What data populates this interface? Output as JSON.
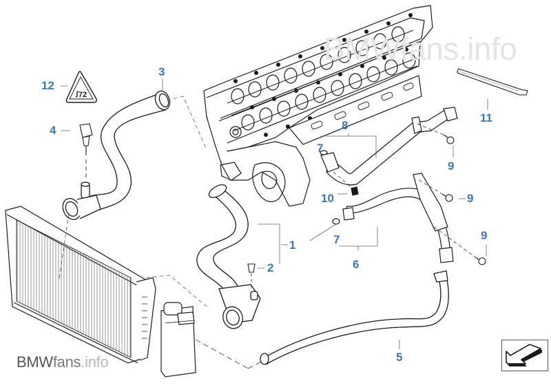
{
  "diagram": {
    "title": "BMW cooling system – water hoses, radiator, thermostat housing",
    "callouts": [
      {
        "id": "1",
        "label": "1"
      },
      {
        "id": "2",
        "label": "2"
      },
      {
        "id": "3",
        "label": "3"
      },
      {
        "id": "4",
        "label": "4"
      },
      {
        "id": "5",
        "label": "5"
      },
      {
        "id": "6",
        "label": "6"
      },
      {
        "id": "7a",
        "label": "7"
      },
      {
        "id": "7b",
        "label": "7"
      },
      {
        "id": "8",
        "label": "8"
      },
      {
        "id": "9a",
        "label": "9"
      },
      {
        "id": "9b",
        "label": "9"
      },
      {
        "id": "9c",
        "label": "9"
      },
      {
        "id": "10",
        "label": "10"
      },
      {
        "id": "11",
        "label": "11"
      },
      {
        "id": "12",
        "label": "12"
      }
    ],
    "parts": [
      {
        "name": "cylinder-head",
        "icon": "engine-head-drawing"
      },
      {
        "name": "radiator",
        "icon": "radiator-drawing"
      },
      {
        "name": "upper-hose",
        "icon": "hose-drawing"
      },
      {
        "name": "lower-hose",
        "icon": "hose-drawing"
      },
      {
        "name": "expansion-tank",
        "icon": "tank-drawing"
      },
      {
        "name": "temperature-sensor",
        "icon": "sensor-drawing"
      },
      {
        "name": "warning-label",
        "icon": "hot-coolant-warning-triangle"
      },
      {
        "name": "cable-tie",
        "icon": "cable-tie-drawing"
      },
      {
        "name": "heater-pipe",
        "icon": "pipe-drawing"
      },
      {
        "name": "water-pipe-bracket",
        "icon": "pipe-drawing"
      },
      {
        "name": "bleed-screw",
        "icon": "screw-drawing"
      },
      {
        "name": "overflow-hose",
        "icon": "hose-drawing"
      }
    ],
    "accent_color": "#3b78b5",
    "line_color": "#1a1a1a"
  },
  "watermark": {
    "brand": "BMW",
    "middle": "fans",
    "suffix": ".info",
    "top_text": "BMWfans.info"
  },
  "navigation": {
    "next_icon": "arrow-down-left-icon"
  }
}
